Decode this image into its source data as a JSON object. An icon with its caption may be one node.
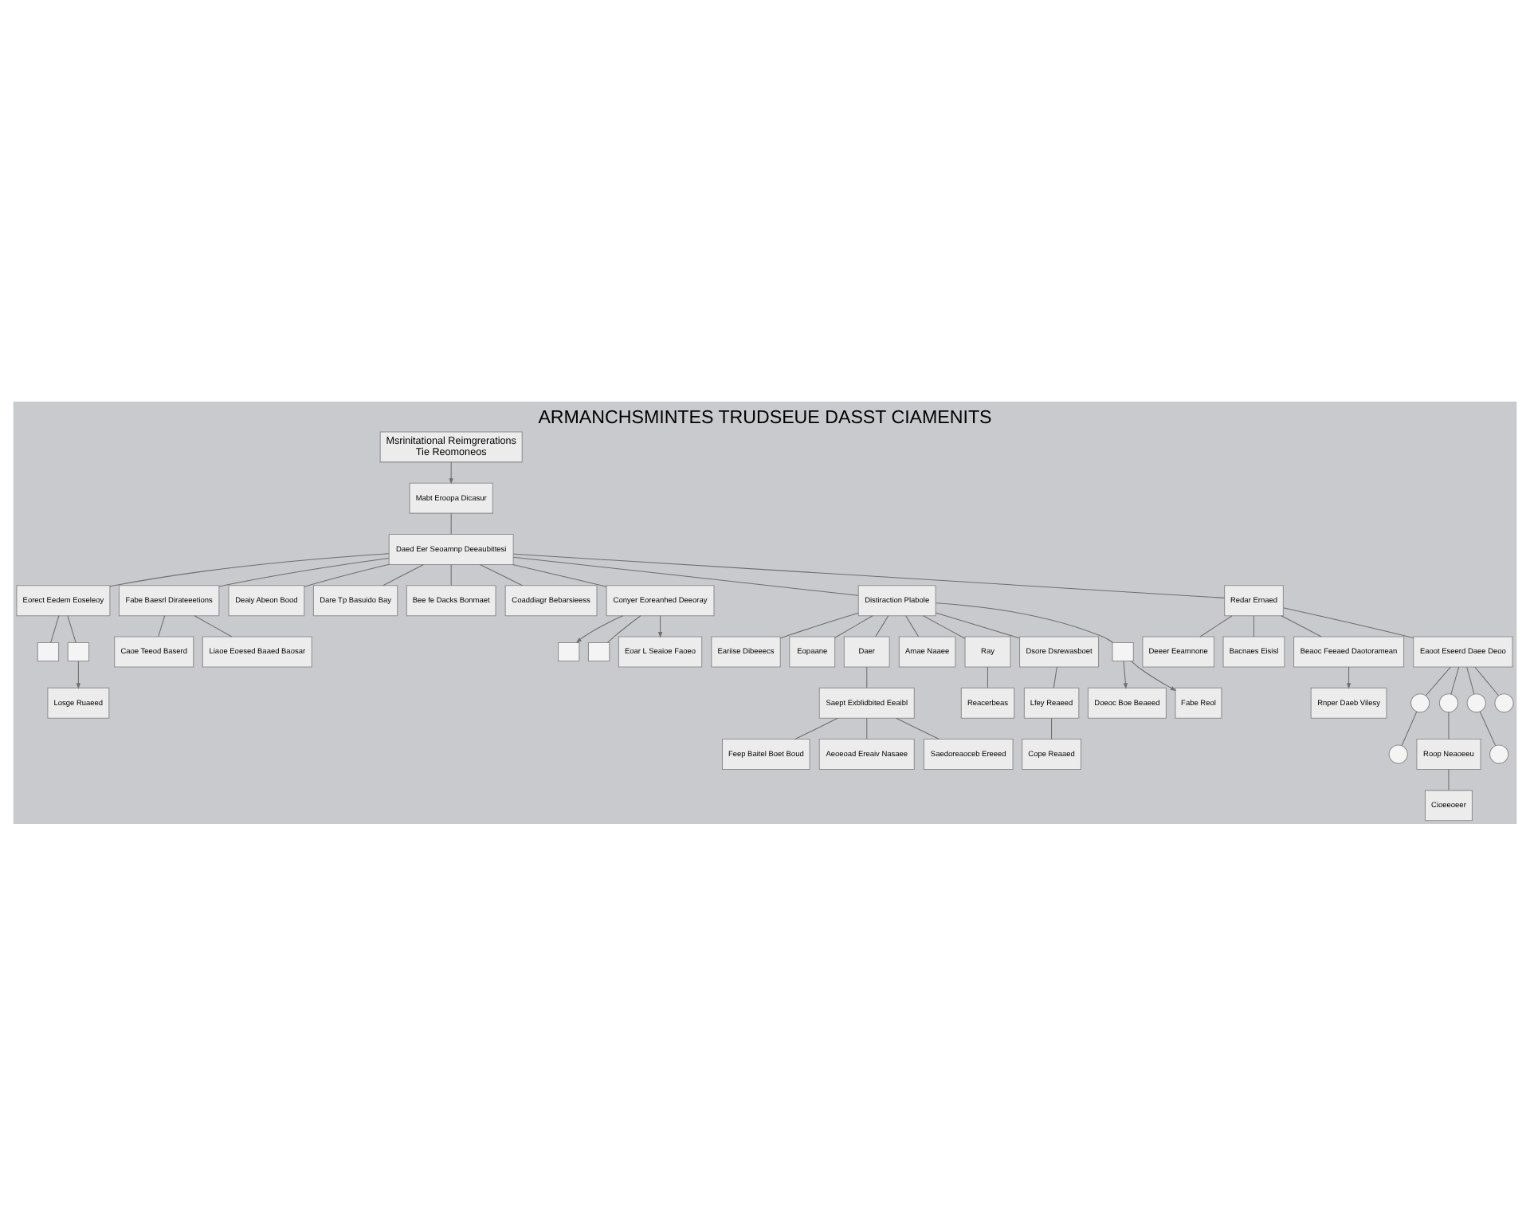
{
  "diagram": {
    "title": "ARMANCHSMINTES TRUDSEUE DASST CIAMENITS",
    "nodes": [
      {
        "text": [
          "Msrinitational Reimgrerations",
          "Tie Reomoneos"
        ]
      },
      {
        "text": [
          "Mabt Eroopa Dicasur"
        ]
      },
      {
        "text": [
          "Daed Eer Seoamnp Deeaubittesi"
        ]
      },
      {
        "text": [
          "Eorect Eedem Eoseleoy"
        ]
      },
      {
        "text": [
          "Fabe Baesrl Dirateeetions"
        ]
      },
      {
        "text": [
          "Deaiy Abeon Bood"
        ]
      },
      {
        "text": [
          "Dare Tp Basuido Bay"
        ]
      },
      {
        "text": [
          "Bee fe Dacks Bonmaet"
        ]
      },
      {
        "text": [
          "Coaddiagr Bebarsieess"
        ]
      },
      {
        "text": [
          "Conyer Eoreanhed Deeoray"
        ]
      },
      {
        "text": [],
        "shape": "box"
      },
      {
        "text": [],
        "shape": "box"
      },
      {
        "text": [
          "Caoe Teeod Baserd"
        ]
      },
      {
        "text": [
          "Liaoe Eoesed Baaed Baosar"
        ]
      },
      {
        "text": [
          "Distiraction Plabole"
        ]
      },
      {
        "text": [
          "Redar Ernaed"
        ]
      },
      {
        "text": [],
        "shape": "box"
      },
      {
        "text": [],
        "shape": "box"
      },
      {
        "text": [
          "Eoar L Seaioe Faoeo"
        ]
      },
      {
        "text": [
          "Rnper Daeb Vilesy"
        ]
      },
      {
        "text": [
          "Eariise Dibeeecs"
        ]
      },
      {
        "text": [
          "Eopaane"
        ]
      },
      {
        "text": [
          "Daer"
        ]
      },
      {
        "text": [
          "Amae Naaee"
        ]
      },
      {
        "text": [
          "Ray"
        ]
      },
      {
        "text": [
          "Dsore Dsrewasboet"
        ]
      },
      {
        "text": [],
        "shape": "box"
      },
      {
        "text": [
          "Deeer Eeamnone"
        ]
      },
      {
        "text": [
          "Bacnaes Eisisl"
        ]
      },
      {
        "text": [
          "Beaoc Feeaed Daotoramean"
        ]
      },
      {
        "text": [
          "Eaoot Eseerd Daee Deoo"
        ]
      },
      {
        "text": [
          "Saept Exblidbited Eeaibl"
        ]
      },
      {
        "text": [
          "Feep Baitel Boet Boud"
        ]
      },
      {
        "text": [
          "Aeoeoad Ereaiv Nasaee"
        ]
      },
      {
        "text": [
          "Saedoreaoceb Ereeed"
        ]
      },
      {
        "text": [
          "Losge Ruaeed"
        ]
      },
      {
        "text": [
          "Reacerbeas"
        ]
      },
      {
        "text": [
          "Lfey Reaeed"
        ]
      },
      {
        "text": [
          "Cope Reaaed"
        ]
      },
      {
        "text": [
          "Doeoc Boe Beaeed"
        ]
      },
      {
        "text": [
          "Fabe Reol"
        ]
      },
      {
        "text": [],
        "shape": "circle"
      },
      {
        "text": [],
        "shape": "circle"
      },
      {
        "text": [],
        "shape": "circle"
      },
      {
        "text": [],
        "shape": "circle"
      },
      {
        "text": [],
        "shape": "circle"
      },
      {
        "text": [
          "Roop Neaoeeu"
        ]
      },
      {
        "text": [],
        "shape": "circle"
      },
      {
        "text": [
          "Cioeeoeer"
        ]
      }
    ],
    "edges": [
      {
        "from": 0,
        "to": 1,
        "arrow": "to"
      },
      {
        "from": 1,
        "to": 2,
        "arrow": "none"
      },
      {
        "from": 2,
        "to": 3,
        "arrow": "none"
      },
      {
        "from": 2,
        "to": 4,
        "arrow": "none"
      },
      {
        "from": 2,
        "to": 5,
        "arrow": "none"
      },
      {
        "from": 2,
        "to": 6,
        "arrow": "none"
      },
      {
        "from": 2,
        "to": 7,
        "arrow": "none"
      },
      {
        "from": 2,
        "to": 8,
        "arrow": "none"
      },
      {
        "from": 2,
        "to": 9,
        "arrow": "none"
      },
      {
        "from": 3,
        "to": 10,
        "arrow": "none"
      },
      {
        "from": 3,
        "to": 11,
        "arrow": "none"
      },
      {
        "from": 4,
        "to": 12,
        "arrow": "none"
      },
      {
        "from": 4,
        "to": 13,
        "arrow": "none"
      },
      {
        "from": 2,
        "to": 14,
        "arrow": "none"
      },
      {
        "from": 2,
        "to": 15,
        "arrow": "none"
      },
      {
        "from": 9,
        "to": 16,
        "arrow": "to"
      },
      {
        "from": 9,
        "to": 17,
        "arrow": "none"
      },
      {
        "from": 9,
        "to": 18,
        "arrow": "to"
      },
      {
        "from": 14,
        "to": 20,
        "arrow": "none"
      },
      {
        "from": 14,
        "to": 21,
        "arrow": "none"
      },
      {
        "from": 14,
        "to": 22,
        "arrow": "none"
      },
      {
        "from": 14,
        "to": 23,
        "arrow": "none"
      },
      {
        "from": 14,
        "to": 24,
        "arrow": "none"
      },
      {
        "from": 14,
        "to": 25,
        "arrow": "none"
      },
      {
        "from": 14,
        "to": 26,
        "arrow": "none"
      },
      {
        "from": 15,
        "to": 27,
        "arrow": "none"
      },
      {
        "from": 15,
        "to": 28,
        "arrow": "none"
      },
      {
        "from": 15,
        "to": 29,
        "arrow": "none"
      },
      {
        "from": 29,
        "to": 19,
        "arrow": "to"
      },
      {
        "from": 15,
        "to": 30,
        "arrow": "none"
      },
      {
        "from": 22,
        "to": 31,
        "arrow": "none"
      },
      {
        "from": 31,
        "to": 32,
        "arrow": "none"
      },
      {
        "from": 31,
        "to": 33,
        "arrow": "none"
      },
      {
        "from": 31,
        "to": 34,
        "arrow": "none"
      },
      {
        "from": 11,
        "to": 35,
        "arrow": "to"
      },
      {
        "from": 24,
        "to": 36,
        "arrow": "none"
      },
      {
        "from": 25,
        "to": 37,
        "arrow": "none"
      },
      {
        "from": 37,
        "to": 38,
        "arrow": "none"
      },
      {
        "from": 26,
        "to": 39,
        "arrow": "to"
      },
      {
        "from": 26,
        "to": 40,
        "arrow": "to"
      },
      {
        "from": 30,
        "to": 41,
        "arrow": "none"
      },
      {
        "from": 30,
        "to": 42,
        "arrow": "none"
      },
      {
        "from": 30,
        "to": 43,
        "arrow": "none"
      },
      {
        "from": 30,
        "to": 44,
        "arrow": "none"
      },
      {
        "from": 41,
        "to": 45,
        "arrow": "none"
      },
      {
        "from": 42,
        "to": 46,
        "arrow": "none"
      },
      {
        "from": 43,
        "to": 47,
        "arrow": "none"
      },
      {
        "from": 46,
        "to": 48,
        "arrow": "none"
      }
    ]
  }
}
